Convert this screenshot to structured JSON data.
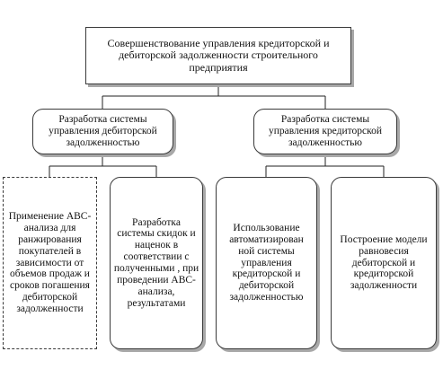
{
  "diagram": {
    "root": "Совершенствование управления кредиторской и дебиторской задолженности строительного предприятия",
    "branch_left": "Разработка системы управления дебиторской задолженностью",
    "branch_right": "Разработка системы управления кредиторской задолженностью",
    "leaves": [
      "Применение ABC-анализа для ранжирования покупателей в зависимости от объемов продаж и сроков погашения дебиторской задолженности",
      "Разработка системы скидок и наценок в соответствии с полученными , при проведении ABC-анализа, результатами",
      "Использование автоматизирован ной системы управления кредиторской и дебиторской задолженностью",
      "Построение модели равновесия дебиторской и кредиторской задолженности"
    ]
  }
}
